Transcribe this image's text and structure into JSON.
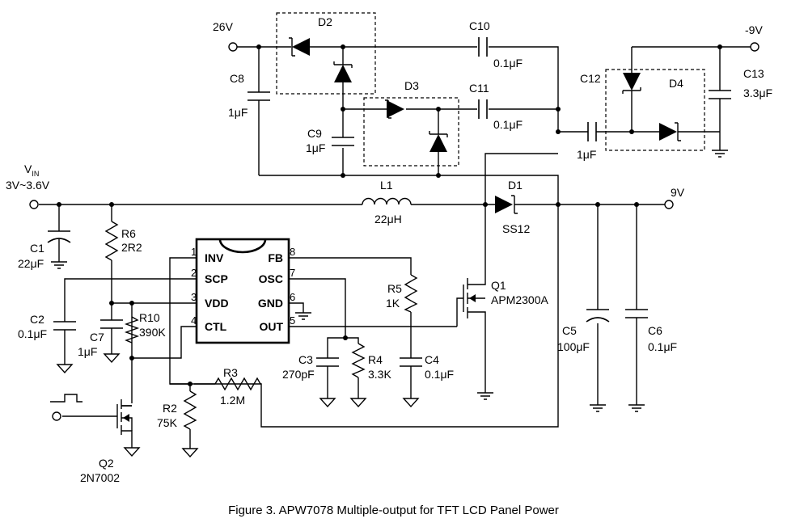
{
  "caption": "Figure 3. APW7078 Multiple-output for TFT LCD Panel Power",
  "ports": {
    "v26": "26V",
    "vneg9": "-9V",
    "vin_main": "V",
    "vin_sub": "IN",
    "vin_range": "3V~3.6V",
    "vout": "9V"
  },
  "ic": {
    "pins": [
      {
        "num": "1",
        "name": "INV"
      },
      {
        "num": "2",
        "name": "SCP"
      },
      {
        "num": "3",
        "name": "VDD"
      },
      {
        "num": "4",
        "name": "CTL"
      },
      {
        "num": "8",
        "name": "FB"
      },
      {
        "num": "7",
        "name": "OSC"
      },
      {
        "num": "6",
        "name": "GND"
      },
      {
        "num": "5",
        "name": "OUT"
      }
    ]
  },
  "components": {
    "D2": {
      "ref": "D2"
    },
    "D3": {
      "ref": "D3"
    },
    "D4": {
      "ref": "D4"
    },
    "D1": {
      "ref": "D1",
      "value": "SS12"
    },
    "C10": {
      "ref": "C10",
      "value": "0.1μF"
    },
    "C11": {
      "ref": "C11",
      "value": "0.1μF"
    },
    "C12": {
      "ref": "C12",
      "value": "1μF"
    },
    "C13": {
      "ref": "C13",
      "value": "3.3μF"
    },
    "C8": {
      "ref": "C8",
      "value": "1μF"
    },
    "C9": {
      "ref": "C9",
      "value": "1μF"
    },
    "L1": {
      "ref": "L1",
      "value": "22μH"
    },
    "C1": {
      "ref": "C1",
      "value": "22μF"
    },
    "R6": {
      "ref": "R6",
      "value": "2R2"
    },
    "C2": {
      "ref": "C2",
      "value": "0.1μF"
    },
    "C7": {
      "ref": "C7",
      "value": "1μF"
    },
    "R10": {
      "ref": "R10",
      "value": "390K"
    },
    "R5": {
      "ref": "R5",
      "value": "1K"
    },
    "C3": {
      "ref": "C3",
      "value": "270pF"
    },
    "R4": {
      "ref": "R4",
      "value": "3.3K"
    },
    "C4": {
      "ref": "C4",
      "value": "0.1μF"
    },
    "Q1": {
      "ref": "Q1",
      "value": "APM2300A"
    },
    "C5": {
      "ref": "C5",
      "value": "100μF"
    },
    "C6": {
      "ref": "C6",
      "value": "0.1μF"
    },
    "R3": {
      "ref": "R3",
      "value": "1.2M"
    },
    "R2": {
      "ref": "R2",
      "value": "75K"
    },
    "Q2": {
      "ref": "Q2",
      "value": "2N7002"
    }
  }
}
